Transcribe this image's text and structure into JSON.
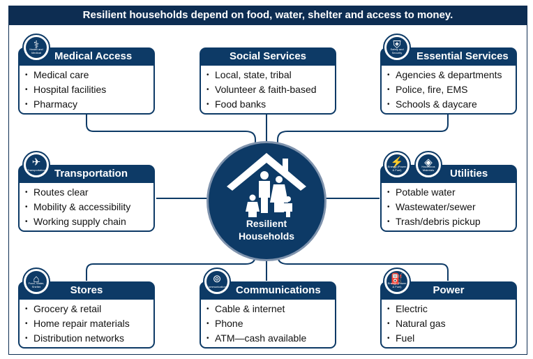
{
  "banner": "Resilient households depend on food, water, shelter and access to money.",
  "hub": {
    "line1": "Resilient",
    "line2": "Households"
  },
  "colors": {
    "navy": "#0d2d52",
    "card": "#0d3a66",
    "accent": "#7f93ad"
  },
  "cards": {
    "medical": {
      "title": "Medical Access",
      "icon": "caduceus-icon",
      "icon_caption": "Health and Medical",
      "items": [
        "Medical care",
        "Hospital facilities",
        "Pharmacy"
      ]
    },
    "social": {
      "title": "Social Services",
      "items": [
        "Local, state, tribal",
        "Volunteer & faith-based",
        "Food banks"
      ]
    },
    "essential": {
      "title": "Essential Services",
      "icon": "police-badge-icon",
      "icon_caption": "Safety and Security",
      "items": [
        "Agencies & departments",
        "Police, fire, EMS",
        "Schools & daycare"
      ]
    },
    "transport": {
      "title": "Transportation",
      "icon": "airplane-icon",
      "icon_caption": "Transportation",
      "items": [
        "Routes clear",
        "Mobility & accessibility",
        "Working supply chain"
      ]
    },
    "utilities": {
      "title": "Utilities",
      "icon": "energy-icon",
      "icon_caption": "Energy (Power & Fuel)",
      "icon2": "hazardous-materials-icon",
      "icon2_caption": "Hazardous Materials",
      "items": [
        "Potable water",
        "Wastewater/sewer",
        "Trash/debris pickup"
      ]
    },
    "stores": {
      "title": "Stores",
      "icon": "food-water-shelter-icon",
      "icon_caption": "Food, Water, Shelter",
      "items": [
        "Grocery & retail",
        "Home repair materials",
        "Distribution networks"
      ]
    },
    "comms": {
      "title": "Communications",
      "icon": "antenna-icon",
      "icon_caption": "Communications",
      "items": [
        "Cable & internet",
        "Phone",
        "ATM—cash available"
      ]
    },
    "power": {
      "title": "Power",
      "icon": "fuel-pump-icon",
      "icon_caption": "Energy (Power & Fuel)",
      "items": [
        "Electric",
        "Natural gas",
        "Fuel"
      ]
    }
  }
}
